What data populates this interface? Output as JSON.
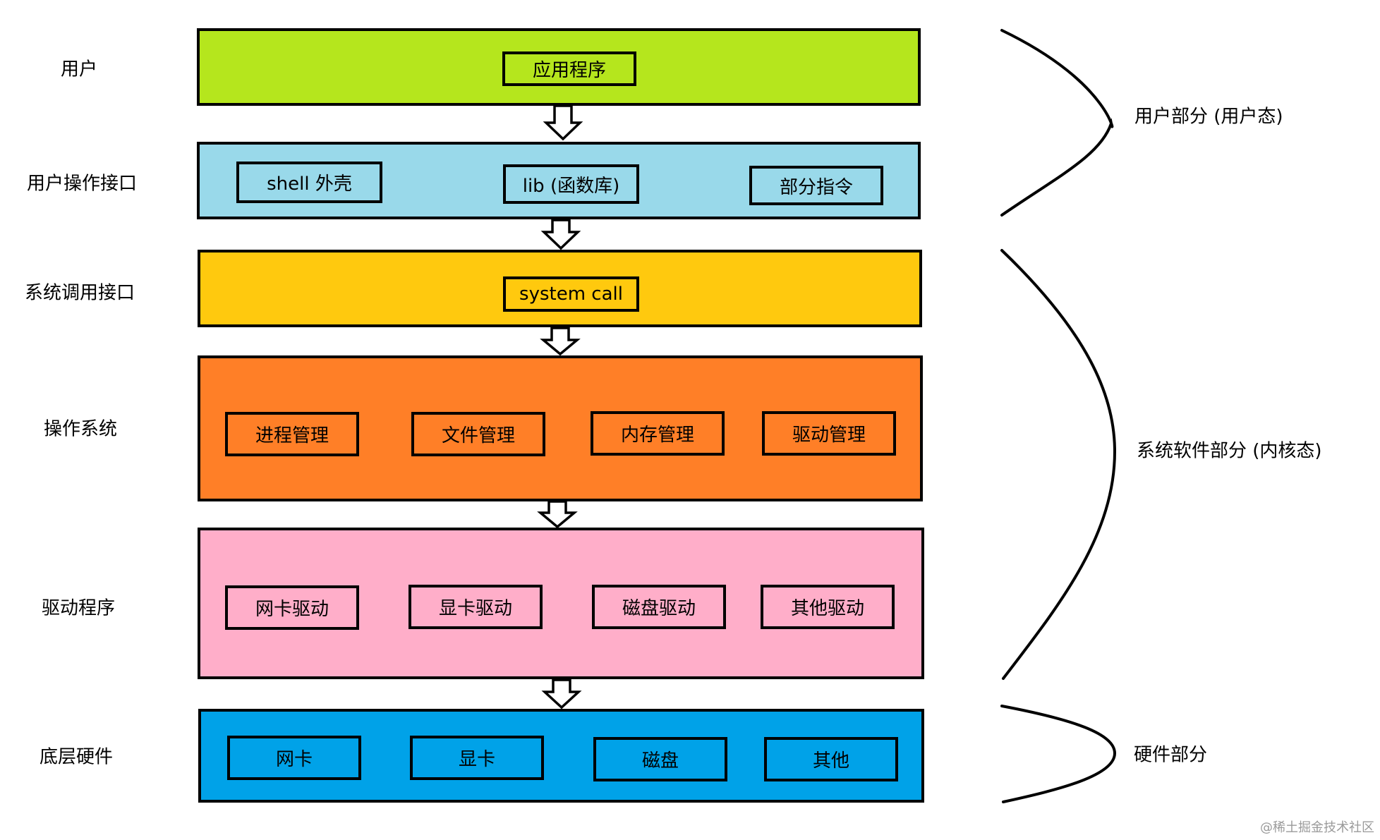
{
  "layers": [
    {
      "label": "用户",
      "color": "#b5e61d",
      "items": [
        "应用程序"
      ]
    },
    {
      "label": "用户操作接口",
      "color": "#99d9ea",
      "items": [
        "shell 外壳",
        "lib (函数库)",
        "部分指令"
      ]
    },
    {
      "label": "系统调用接口",
      "color": "#ffc90e",
      "items": [
        "system call"
      ]
    },
    {
      "label": "操作系统",
      "color": "#ff7f27",
      "items": [
        "进程管理",
        "文件管理",
        "内存管理",
        "驱动管理"
      ]
    },
    {
      "label": "驱动程序",
      "color": "#ffaec9",
      "items": [
        "网卡驱动",
        "显卡驱动",
        "磁盘驱动",
        "其他驱动"
      ]
    },
    {
      "label": "底层硬件",
      "color": "#00a2e8",
      "items": [
        "网卡",
        "显卡",
        "磁盘",
        "其他"
      ]
    }
  ],
  "groups": {
    "user": "用户部分 (用户态)",
    "kernel": "系统软件部分 (内核态)",
    "hardware": "硬件部分"
  },
  "watermark": "@稀土掘金技术社区"
}
